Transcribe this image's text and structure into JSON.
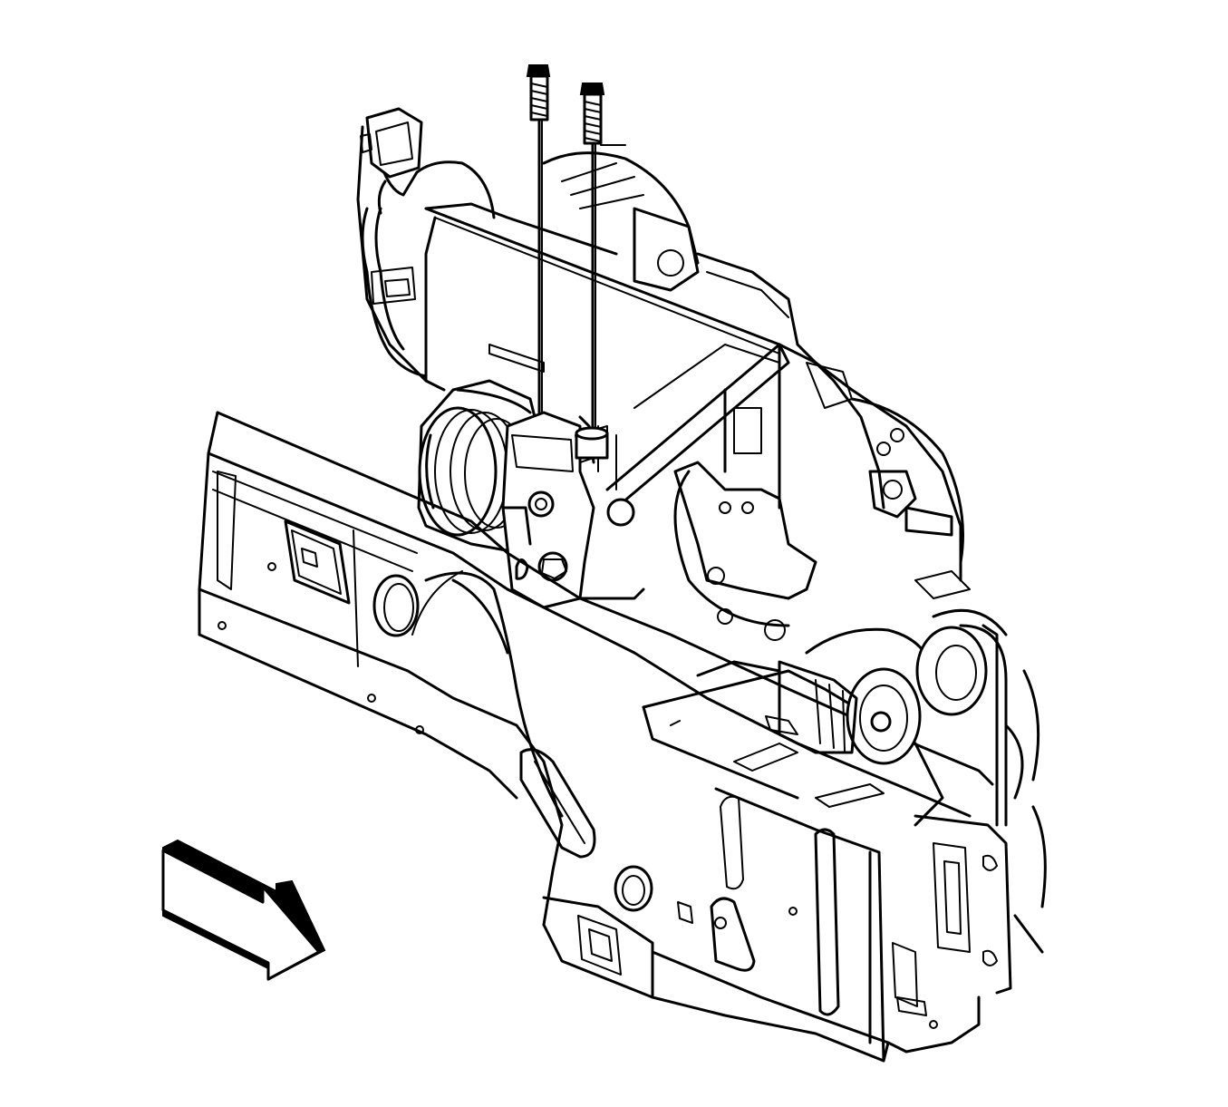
{
  "figure": {
    "type": "technical-line-illustration",
    "colors": {
      "line": "#000000",
      "background": "#ffffff"
    },
    "components": [
      "frame-rail",
      "engine-mount",
      "mount-bracket",
      "mount-bolt",
      "wiring-harness",
      "harness-connector",
      "engine-block",
      "pulley",
      "direction-arrow"
    ],
    "callouts": []
  }
}
